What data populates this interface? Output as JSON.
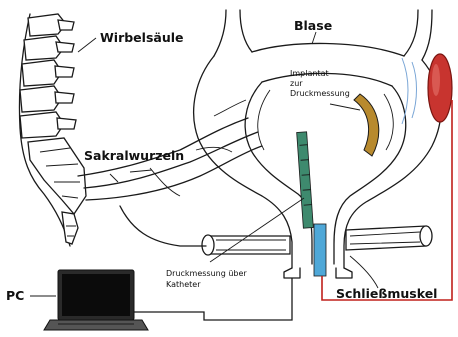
{
  "labels": {
    "spine": "Wirbelsäule",
    "bladder": "Blase",
    "implant": [
      "Implantat",
      "zur",
      "Druckmessung"
    ],
    "sacral_roots": "Sakralwurzeln",
    "catheter": [
      "Druckmessung über",
      "Katheter"
    ],
    "pc": "PC",
    "sphincter": "Schließmuskel"
  },
  "colors": {
    "stimulator": "#c8342f",
    "catheter_sensor": "#3e8a6e",
    "catheter_tube": "#4fa8d8",
    "implant": "#b88a2e",
    "wire_red": "#c0201c",
    "laptop_screen": "#0b0b0b"
  }
}
